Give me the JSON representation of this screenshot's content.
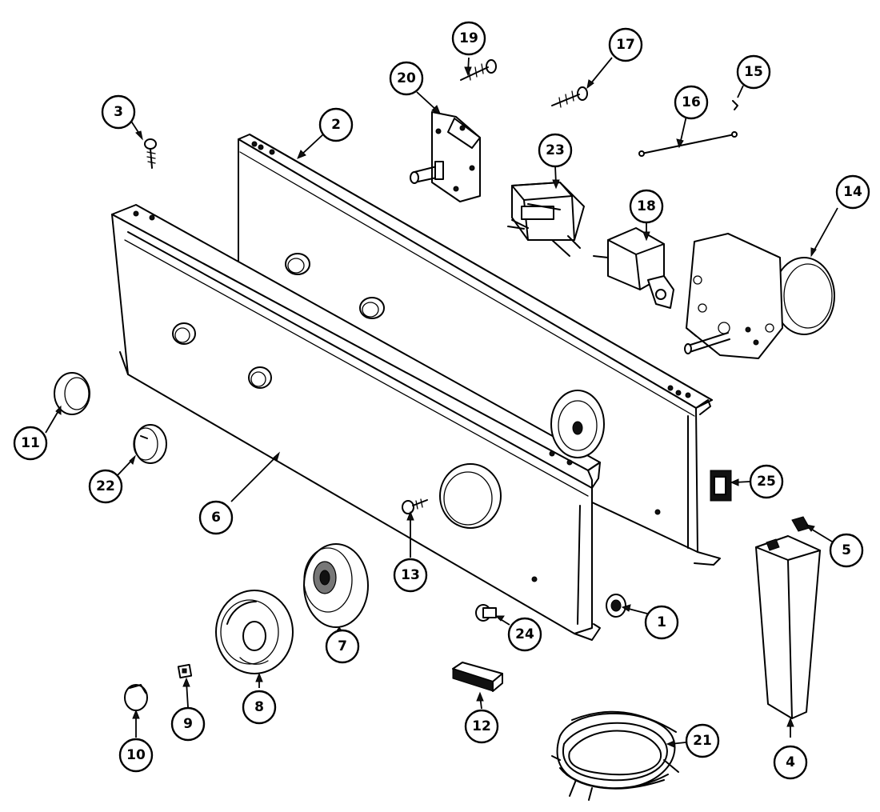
{
  "diagram": {
    "type": "exploded parts diagram",
    "callouts": [
      {
        "id": "c1",
        "label": "1"
      },
      {
        "id": "c2",
        "label": "2"
      },
      {
        "id": "c3",
        "label": "3"
      },
      {
        "id": "c4",
        "label": "4"
      },
      {
        "id": "c5",
        "label": "5"
      },
      {
        "id": "c6",
        "label": "6"
      },
      {
        "id": "c7",
        "label": "7"
      },
      {
        "id": "c8",
        "label": "8"
      },
      {
        "id": "c9",
        "label": "9"
      },
      {
        "id": "c10",
        "label": "10"
      },
      {
        "id": "c11",
        "label": "11"
      },
      {
        "id": "c12",
        "label": "12"
      },
      {
        "id": "c13",
        "label": "13"
      },
      {
        "id": "c14",
        "label": "14"
      },
      {
        "id": "c15",
        "label": "15"
      },
      {
        "id": "c16",
        "label": "16"
      },
      {
        "id": "c17",
        "label": "17"
      },
      {
        "id": "c18",
        "label": "18"
      },
      {
        "id": "c19",
        "label": "19"
      },
      {
        "id": "c20",
        "label": "20"
      },
      {
        "id": "c21",
        "label": "21"
      },
      {
        "id": "c22",
        "label": "22"
      },
      {
        "id": "c23",
        "label": "23"
      },
      {
        "id": "c24",
        "label": "24"
      },
      {
        "id": "c25",
        "label": "25"
      }
    ]
  }
}
